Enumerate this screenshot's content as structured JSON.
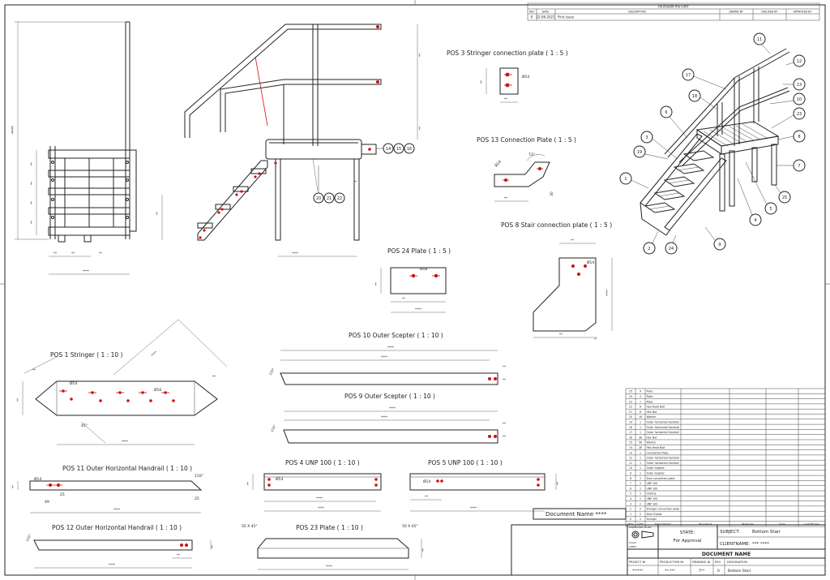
{
  "revision": {
    "title": "REVISION HISTORY",
    "headers": [
      "REV",
      "DATE",
      "DESCRIPTION",
      "DRAWN BY",
      "CHECKED BY",
      "APPROVED BY"
    ],
    "row": [
      "0",
      "22-06-2021",
      "First issue",
      "",
      "",
      ""
    ]
  },
  "views": {
    "pos3": "POS 3 Stringer connection plate ( 1 : 5 )",
    "pos13": "POS 13 Connection Plate ( 1 : 5 )",
    "pos8": "POS 8 Stair connection plate ( 1 : 5 )",
    "pos24": "POS 24 Plate ( 1 : 5 )",
    "pos10": "POS 10 Outer Scepter ( 1 : 10 )",
    "pos1": "POS 1 Stringer ( 1 : 10 )",
    "pos9": "POS 9 Outer Scepter ( 1 : 10 )",
    "pos11": "POS 11 Outer Horizontal Handrail ( 1 : 10 )",
    "pos4": "POS 4 UNP 100 ( 1 : 10 )",
    "pos5": "POS 5 UNP 100 ( 1 : 10 )",
    "pos12": "POS 12 Outer Horizontal Handrail ( 1 : 10 )",
    "pos23": "POS 23 Plate ( 1 : 10 )"
  },
  "dims": {
    "masked": "****",
    "masked2": "**",
    "d1": "Ø18",
    "d2": "Ø14",
    "d3": "25",
    "d4": "49",
    "d5": "110°",
    "d6": "30",
    "d7": "12.5°",
    "d8": "45°",
    "d9": "50 X 45°",
    "d10": "Ø16",
    "d11": "73°"
  },
  "balloons_mid": [
    "14",
    "15",
    "16"
  ],
  "balloons_low": [
    "20",
    "21",
    "22"
  ],
  "balloons_iso": [
    "11",
    "12",
    "13",
    "17",
    "18",
    "6",
    "3",
    "19",
    "1",
    "2",
    "24",
    "9",
    "4",
    "5",
    "25",
    "7",
    "8",
    "23",
    "10"
  ],
  "bom": {
    "rows": [
      [
        "25",
        "4",
        "Plate"
      ],
      [
        "24",
        "4",
        "Plate"
      ],
      [
        "23",
        "1",
        "Plate"
      ],
      [
        "22",
        "8",
        "Hex-Head Bolt"
      ],
      [
        "21",
        "8",
        "Hex Nut"
      ],
      [
        "20",
        "16",
        "Washer"
      ],
      [
        "19",
        "1",
        "Outer horizontal Handrail"
      ],
      [
        "18",
        "1",
        "Outer Horizontal Handrail"
      ],
      [
        "17",
        "1",
        "Outer horizontal Handrail"
      ],
      [
        "16",
        "28",
        "Hex Nut"
      ],
      [
        "15",
        "56",
        "Washer"
      ],
      [
        "14",
        "28",
        "Hex-Head Bolt"
      ],
      [
        "13",
        "1",
        "Connection Plate"
      ],
      [
        "12",
        "1",
        "Outer horizontal Handrail"
      ],
      [
        "11",
        "1",
        "Outer horizontal Handrail"
      ],
      [
        "10",
        "1",
        "Outer Scepter"
      ],
      [
        "9",
        "1",
        "Outer Scepter"
      ],
      [
        "8",
        "2",
        "Stair connection plate"
      ],
      [
        "7",
        "2",
        "UNP 100"
      ],
      [
        "6",
        "2",
        "UNP 100"
      ],
      [
        "5",
        "1",
        "Grating"
      ],
      [
        "4",
        "1",
        "UNP 100"
      ],
      [
        "3",
        "2",
        "UNP 100"
      ],
      [
        "2",
        "2",
        "Stringer connection plate"
      ],
      [
        "1",
        "2",
        "Stair Treads"
      ],
      [
        "0",
        "2",
        "Stringer"
      ]
    ],
    "headers": [
      "POS",
      "QTY",
      "Description",
      "Standard",
      "Material",
      "Size",
      "Certificate"
    ]
  },
  "title_block": {
    "document_name_label": "Document Name ****",
    "state_label": "STATE:",
    "state_value": "For Approval",
    "subject_label": "SUBJECT:",
    "subject_value": "Bottom Stair",
    "client_label": "CLIENTNAME:",
    "client_value": "*** ****",
    "doc_name_big": "DOCUMENT NAME",
    "proj_headers": [
      "PROJECT Nr",
      "PRODUCTION Nr",
      "DRAWING Nr",
      "REV",
      "DESIGNATION"
    ],
    "proj_values": [
      "******",
      "**-***",
      "7**",
      "0",
      "Bottom Stair"
    ],
    "logo_lines": [
      "DIMENSIONS IN MM",
      "SCALE",
      "SHEET"
    ]
  }
}
